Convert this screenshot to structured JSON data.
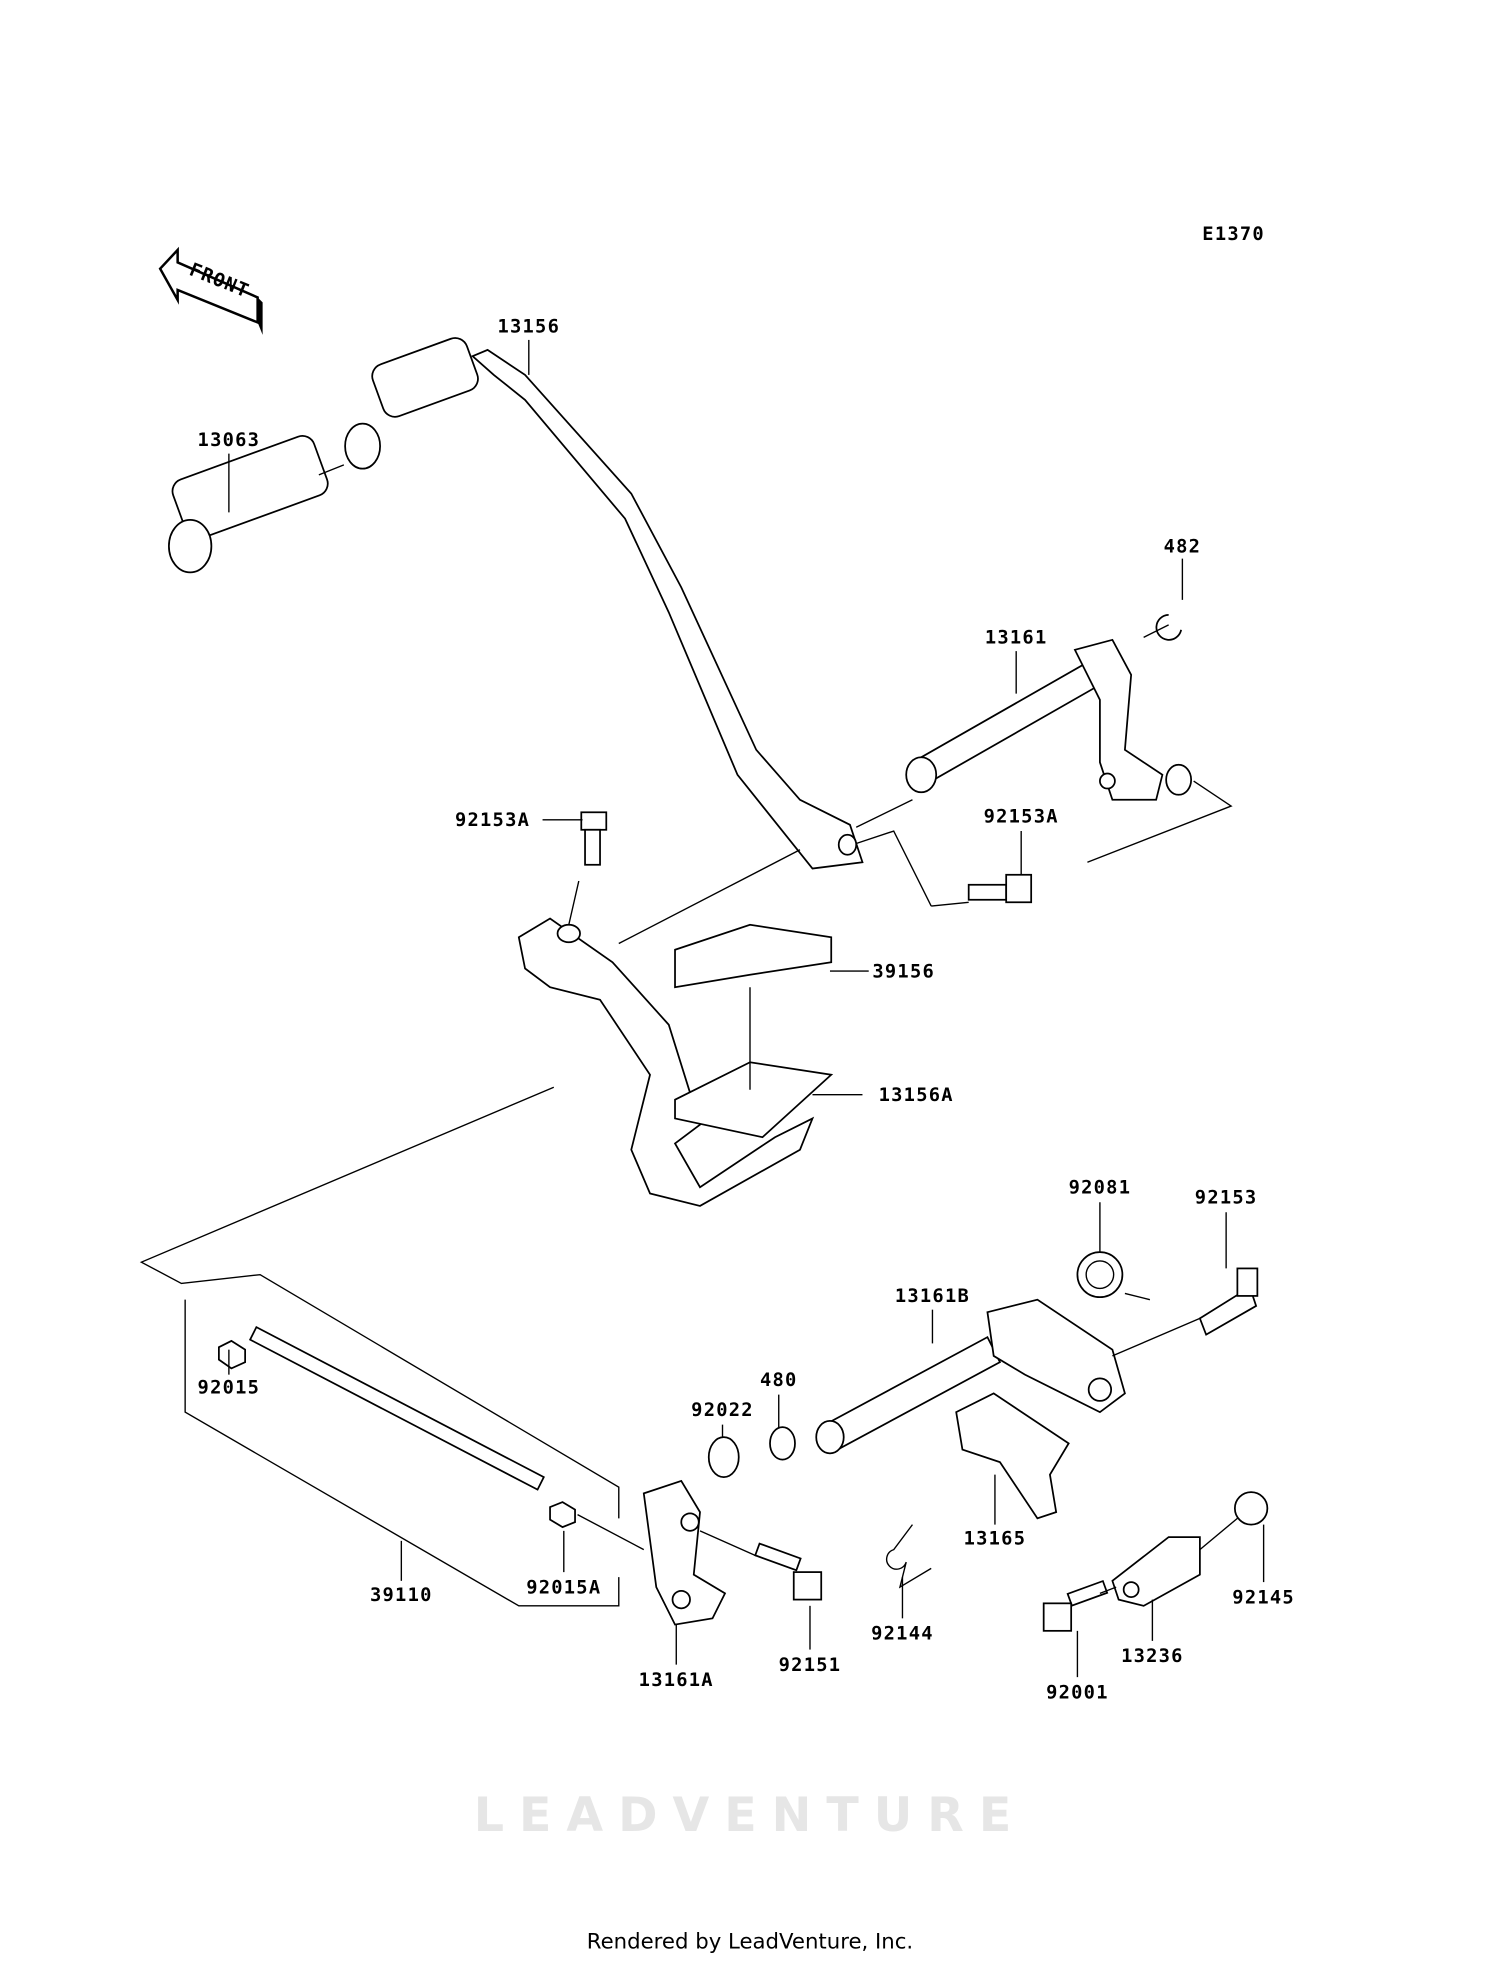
{
  "diagram_code": "E1370",
  "front_label": "FRONT",
  "watermark": "LEADVENTURE",
  "footer": "Rendered by LeadVenture, Inc.",
  "labels": {
    "p13156": "13156",
    "p13063": "13063",
    "p482": "482",
    "p13161": "13161",
    "p92153A_left": "92153A",
    "p92153A_right": "92153A",
    "p39156": "39156",
    "p13156A": "13156A",
    "p92081": "92081",
    "p92153": "92153",
    "p13161B": "13161B",
    "p480": "480",
    "p92022": "92022",
    "p92015": "92015",
    "p13165": "13165",
    "p39110": "39110",
    "p92015A": "92015A",
    "p92145": "92145",
    "p92144": "92144",
    "p13236": "13236",
    "p92151": "92151",
    "p13161A": "13161A",
    "p92001": "92001"
  }
}
